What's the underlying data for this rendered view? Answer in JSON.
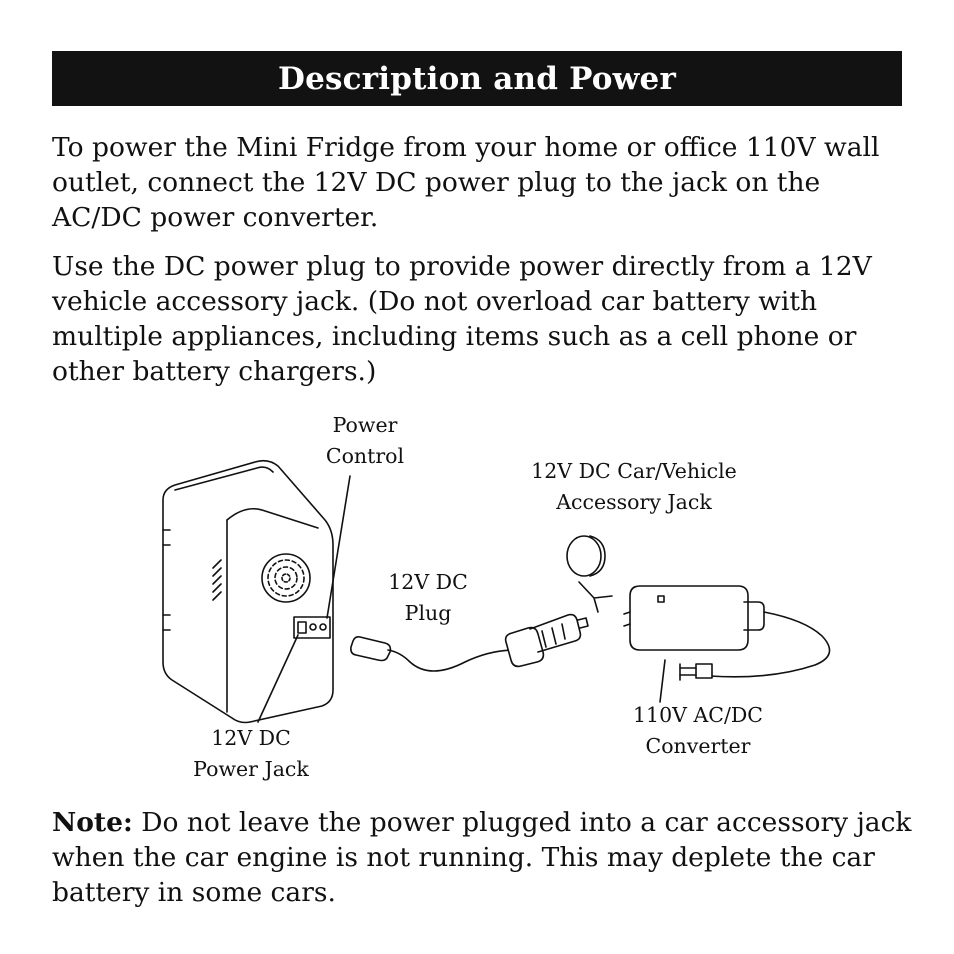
{
  "header": {
    "title": "Description and Power"
  },
  "paragraphs": [
    "To power the Mini Fridge from your home or office 110V wall outlet, connect the 12V DC power plug to the jack on the AC/DC power converter.",
    "Use the DC power plug to provide power directly from a 12V vehicle accessory jack. (Do not overload car battery with multiple appliances, including items such as a cell phone or other battery chargers.)"
  ],
  "diagram": {
    "labels": {
      "power_control": [
        "Power",
        "Control"
      ],
      "dc_power_jack": [
        "12V DC",
        "Power Jack"
      ],
      "dc_plug": [
        "12V DC",
        "Plug"
      ],
      "car_jack": [
        "12V DC Car/Vehicle",
        "Accessory Jack"
      ],
      "converter": [
        "110V AC/DC",
        "Converter"
      ]
    }
  },
  "note": {
    "label": "Note:",
    "text": " Do not leave the power plugged into a car accessory jack when the car engine is not running. This may deplete the car battery in some cars."
  }
}
